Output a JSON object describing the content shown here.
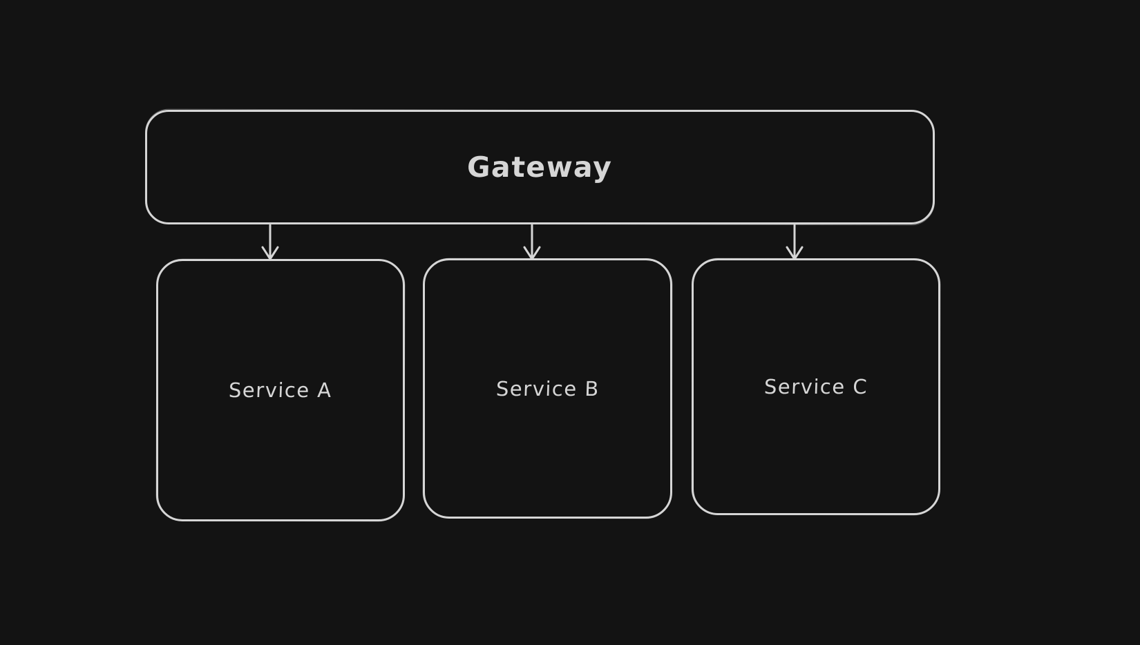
{
  "canvas": {
    "background": "#131313",
    "stroke_color": "#d6d6d6",
    "text_color": "#d6d6d6",
    "style": "hand-drawn-sketch"
  },
  "diagram": {
    "nodes": [
      {
        "id": "gateway",
        "label": "Gateway"
      },
      {
        "id": "service-a",
        "label": "Service A"
      },
      {
        "id": "service-b",
        "label": "Service B"
      },
      {
        "id": "service-c",
        "label": "Service C"
      }
    ],
    "edges": [
      {
        "from": "Gateway",
        "to": "Service A",
        "direction": "down"
      },
      {
        "from": "Gateway",
        "to": "Service B",
        "direction": "down"
      },
      {
        "from": "Gateway",
        "to": "Service C",
        "direction": "down"
      }
    ]
  }
}
